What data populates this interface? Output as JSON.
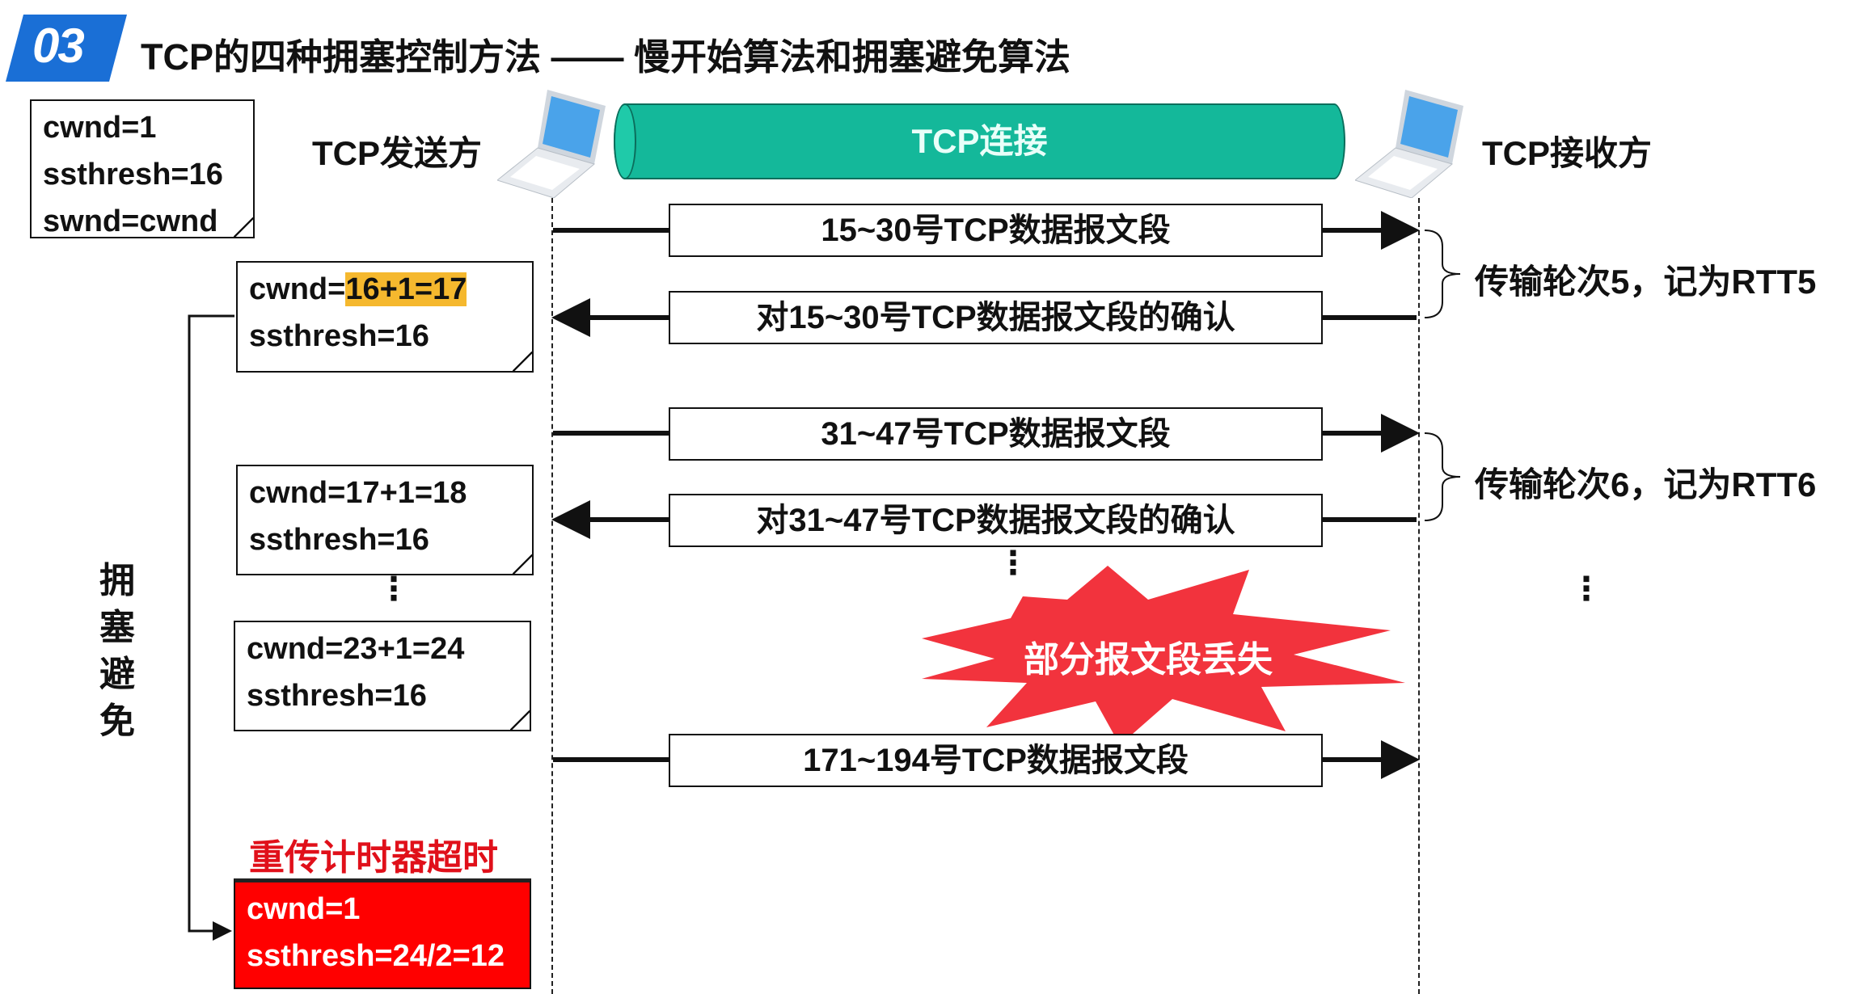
{
  "header": {
    "badge": "03",
    "title": "TCP的四种拥塞控制方法 —— 慢开始算法和拥塞避免算法"
  },
  "initial_state": [
    "cwnd=1",
    "ssthresh=16",
    "swnd=cwnd"
  ],
  "sender": {
    "label": "TCP发送方"
  },
  "receiver": {
    "label": "TCP接收方"
  },
  "connection": {
    "label": "TCP连接",
    "color": "#14b89a"
  },
  "segments": [
    {
      "label": "15~30号TCP数据报文段",
      "direction": "right"
    },
    {
      "label": "对15~30号TCP数据报文段的确认",
      "direction": "left"
    },
    {
      "label": "31~47号TCP数据报文段",
      "direction": "right"
    },
    {
      "label": "对31~47号TCP数据报文段的确认",
      "direction": "left"
    },
    {
      "label": "171~194号TCP数据报文段",
      "direction": "right"
    }
  ],
  "rounds": [
    "传输轮次5，记为RTT5",
    "传输轮次6，记为RTT6"
  ],
  "states": [
    {
      "cwnd_prefix": "cwnd=",
      "cwnd_value": "16+1=17",
      "ssthresh": "ssthresh=16"
    },
    {
      "cwnd": "cwnd=17+1=18",
      "ssthresh": "ssthresh=16"
    },
    {
      "cwnd": "cwnd=23+1=24",
      "ssthresh": "ssthresh=16"
    }
  ],
  "phase_label": "拥塞避免",
  "loss_label": "部分报文段丢失",
  "timeout": {
    "label": "重传计时器超时",
    "cwnd": "cwnd=1",
    "ssthresh": "ssthresh=24/2=12"
  },
  "ellipsis": "⋮",
  "colors": {
    "badge": "#1a6fd6",
    "highlight": "#f5b82e",
    "alert": "#ff0000",
    "alert_text": "#e0101a"
  }
}
